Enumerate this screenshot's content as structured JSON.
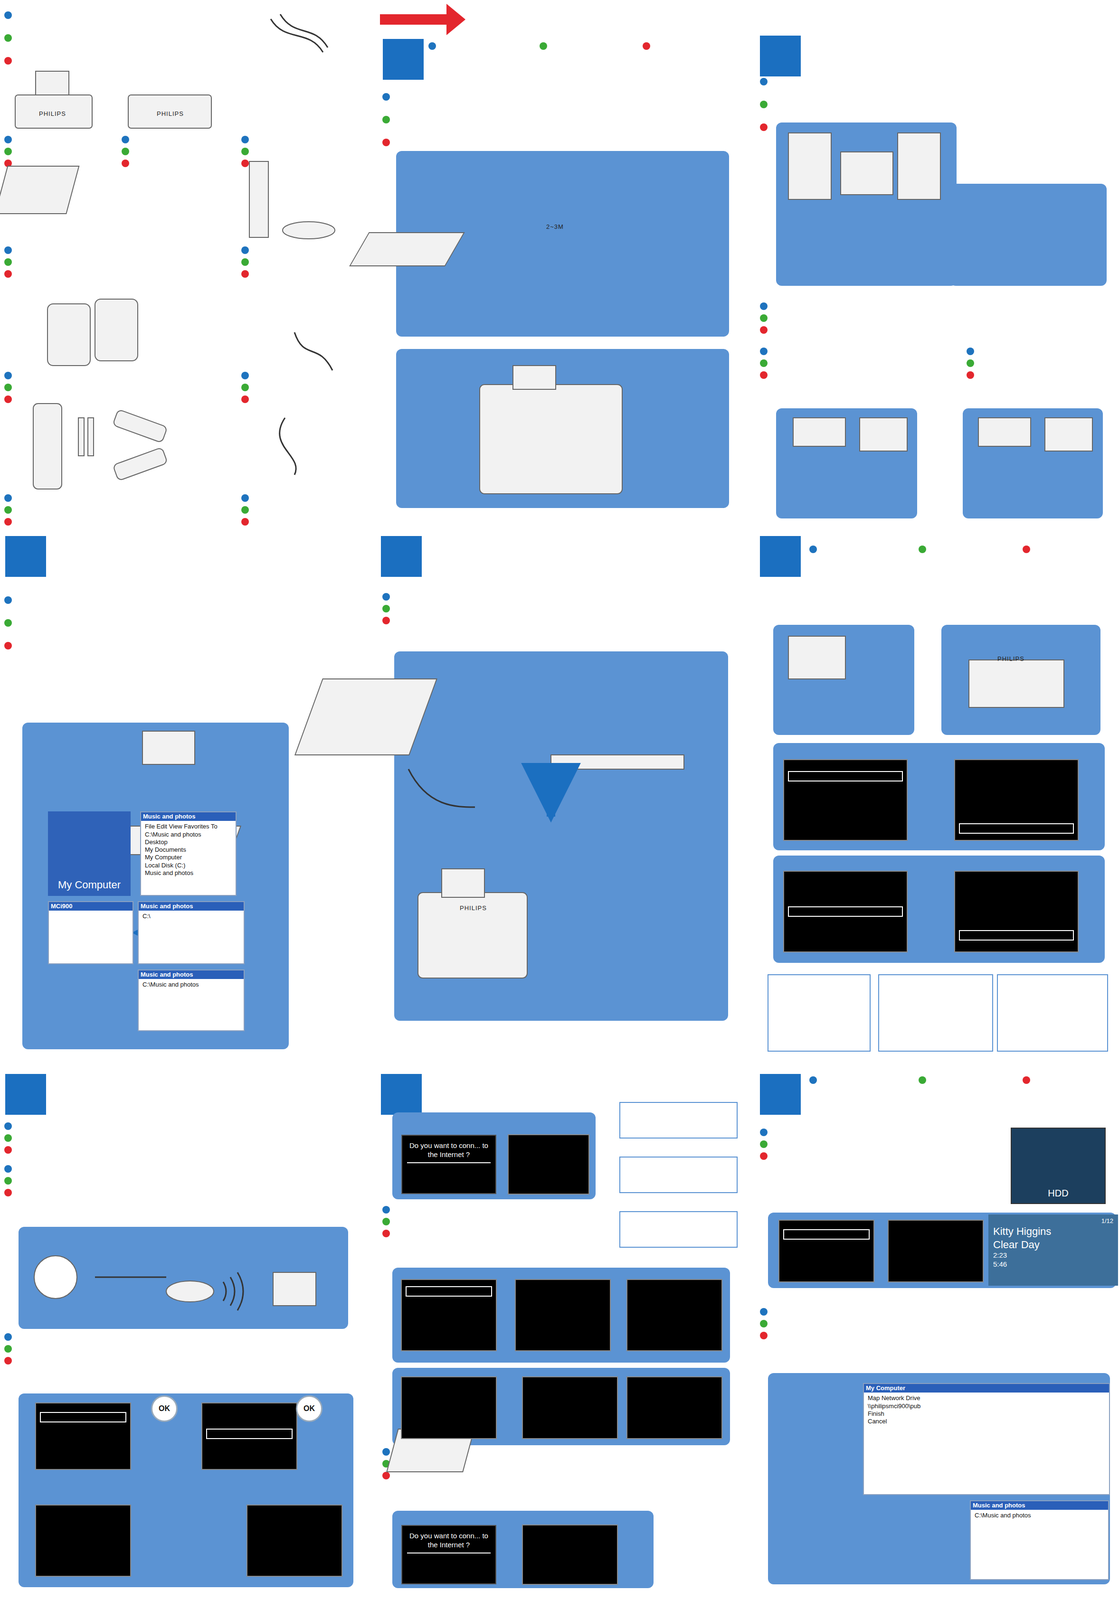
{
  "diagram": {
    "nodes": [
      {
        "text": [
          "My Computer"
        ]
      },
      {
        "text": [
          "Music and photos",
          "File  Edit  View  Favorites  To",
          "C:\\Music and photos",
          "Desktop",
          "My Documents",
          "My Computer",
          "Local Disk (C:)",
          "Music and photos"
        ]
      },
      {
        "text": [
          "MCi900"
        ]
      },
      {
        "text": [
          "Music and photos",
          "C:\\"
        ]
      },
      {
        "text": [
          "Music and photos",
          "C:\\Music and photos"
        ]
      },
      {
        "text": [
          "Do you want to conn... to the Internet ?"
        ]
      },
      {
        "text": [
          "Do you want to conn... to the Internet ?"
        ]
      },
      {
        "text": [
          "HDD"
        ]
      },
      {
        "text": [
          "1/12",
          "Kitty Higgins",
          "Clear Day",
          "2:23",
          "5:46"
        ]
      },
      {
        "text": [
          "My Computer",
          "Map Network Drive",
          "\\\\philipsmci900\\pub",
          "Finish",
          "Cancel"
        ]
      },
      {
        "text": [
          "Music and photos",
          "C:\\Music and photos"
        ]
      },
      {
        "text": [
          "OK"
        ]
      },
      {
        "text": [
          "OK"
        ]
      }
    ],
    "edges": [
      {
        "from": 3,
        "to": 2,
        "arrow": "to"
      }
    ],
    "labels": [
      "PHILIPS",
      "PHILIPS",
      "PHILIPS",
      "PHILIPS",
      "2~3M"
    ]
  }
}
